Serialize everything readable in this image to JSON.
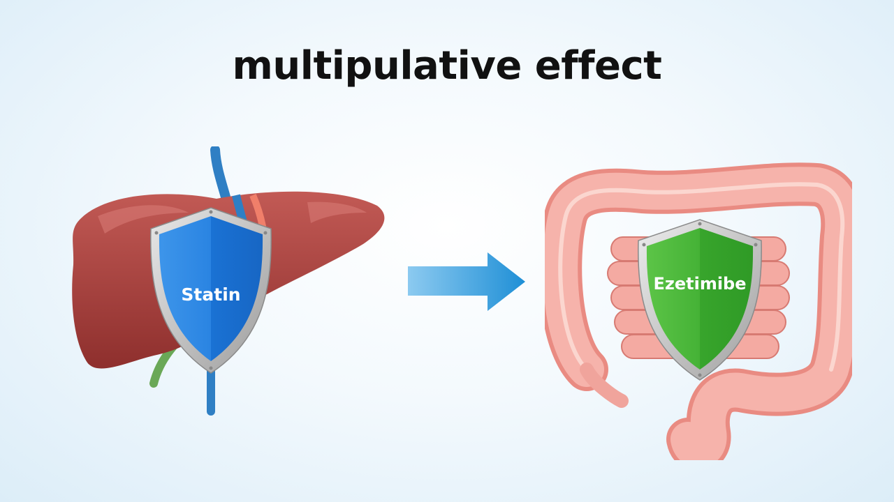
{
  "title": "multipulative effect",
  "left": {
    "organ": "liver",
    "shield_label": "Statin",
    "shield_color": "#1e7fe0",
    "organ_color": "#a8403c"
  },
  "arrow": {
    "direction": "right",
    "color": "#2a96d8"
  },
  "right": {
    "organ": "intestines",
    "shield_label": "Ezetimibe",
    "shield_color": "#3fae3a",
    "organ_color": "#f0a49c"
  }
}
